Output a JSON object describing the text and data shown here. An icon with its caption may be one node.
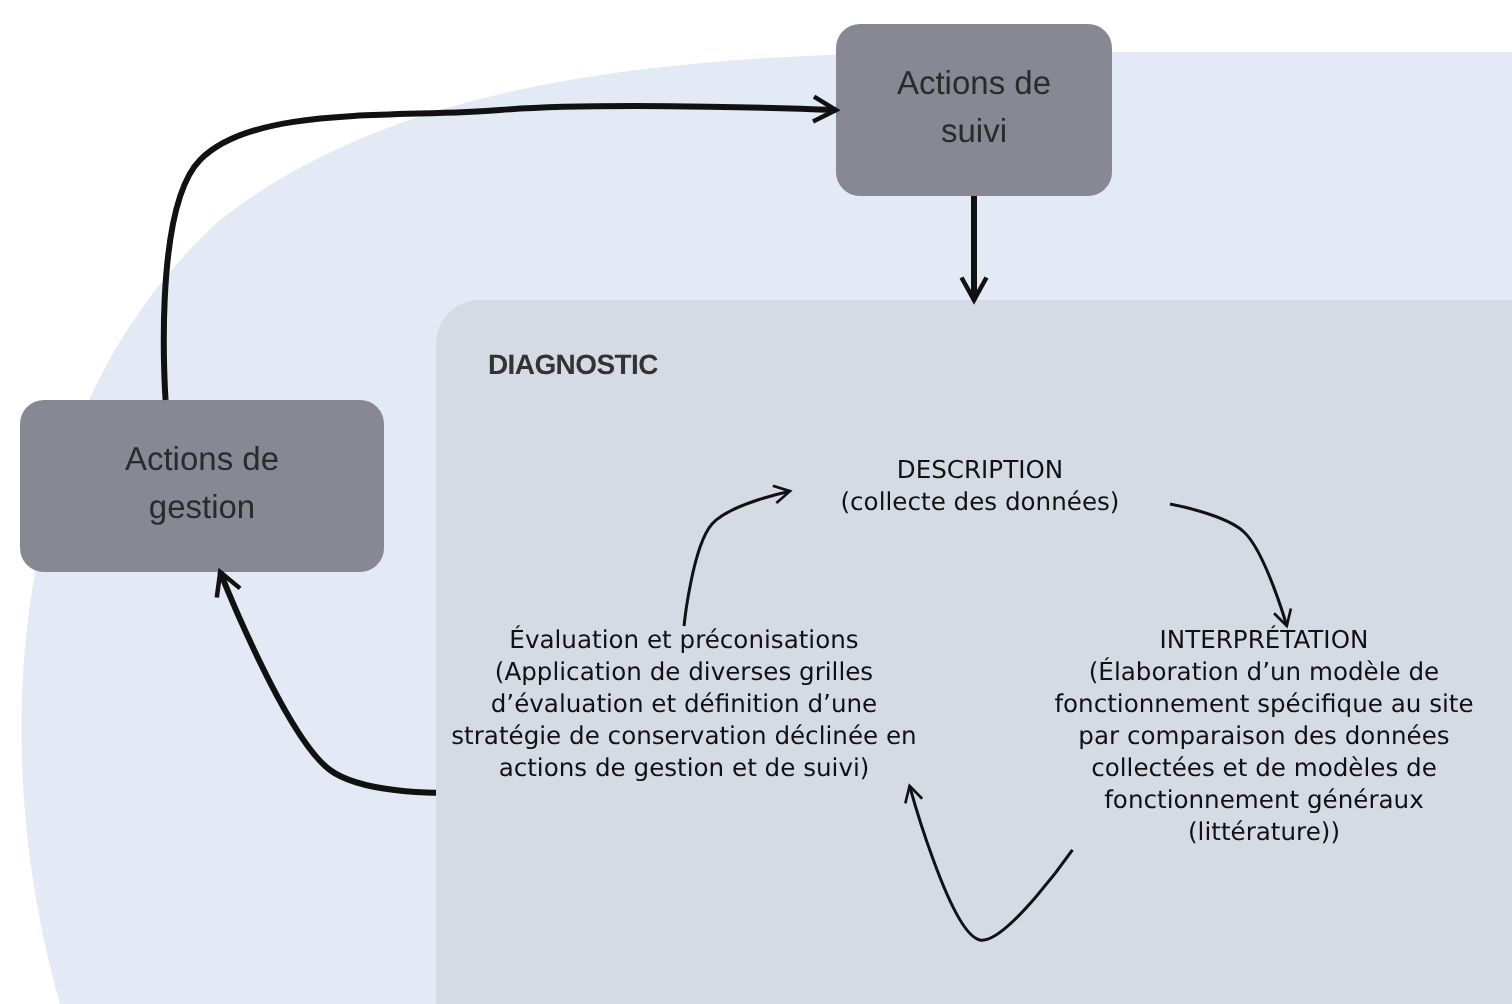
{
  "diagram": {
    "nodes": [
      {
        "text": [
          "Actions de suivi"
        ]
      },
      {
        "text": [
          "DIAGNOSTIC"
        ]
      },
      {
        "text": [
          "DESCRIPTION",
          "(collecte des données)"
        ],
        "in": 1
      },
      {
        "text": [
          "INTERPRÉTATION",
          "(Élaboration d’un modèle de fonctionnement spécifique au site par comparaison des données collectées et de modèles de fonctionnement généraux (littérature))"
        ],
        "in": 1
      },
      {
        "text": [
          "Évaluation et préconisations",
          "(Application de diverses grilles d’évaluation et définition d’une stratégie de conservation déclinée en actions de gestion et de suivi)"
        ],
        "in": 1
      },
      {
        "text": [
          "Actions de gestion"
        ]
      }
    ],
    "edges": [
      {
        "from": 0,
        "to": 1,
        "arrow": "to",
        "style": "thick"
      },
      {
        "from": 2,
        "to": 3,
        "arrow": "to"
      },
      {
        "from": 3,
        "to": 4,
        "arrow": "to"
      },
      {
        "from": 4,
        "to": 2,
        "arrow": "to"
      },
      {
        "from": 1,
        "to": 5,
        "arrow": "to",
        "style": "thick"
      },
      {
        "from": 5,
        "to": 0,
        "arrow": "to",
        "style": "thick"
      }
    ]
  }
}
